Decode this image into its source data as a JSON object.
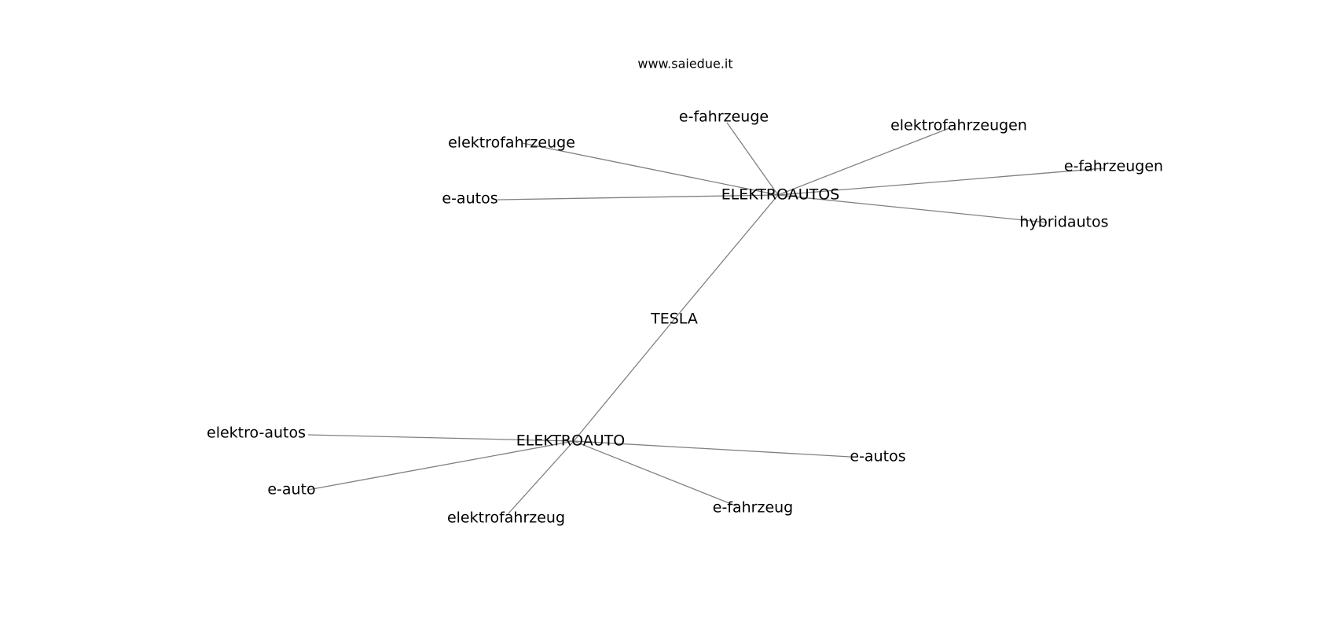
{
  "watermark": "www.saiedue.it",
  "colors": {
    "edge": "#808080",
    "text": "#000000",
    "background": "#ffffff"
  },
  "graph": {
    "nodes": [
      {
        "id": "tesla",
        "label": "TESLA"
      },
      {
        "id": "elektroautos",
        "label": "ELEKTROAUTOS"
      },
      {
        "id": "elektroauto",
        "label": "ELEKTROAUTO"
      },
      {
        "id": "e-fahrzeuge",
        "label": "e-fahrzeuge"
      },
      {
        "id": "elektrofahrzeugen",
        "label": "elektrofahrzeugen"
      },
      {
        "id": "elektrofahrzeuge",
        "label": "elektrofahrzeuge"
      },
      {
        "id": "e-fahrzeugen",
        "label": "e-fahrzeugen"
      },
      {
        "id": "e-autos-1",
        "label": "e-autos"
      },
      {
        "id": "hybridautos",
        "label": "hybridautos"
      },
      {
        "id": "elektro-autos",
        "label": "elektro-autos"
      },
      {
        "id": "e-autos-2",
        "label": "e-autos"
      },
      {
        "id": "e-auto",
        "label": "e-auto"
      },
      {
        "id": "e-fahrzeug",
        "label": "e-fahrzeug"
      },
      {
        "id": "elektrofahrzeug",
        "label": "elektrofahrzeug"
      }
    ],
    "edges": [
      [
        "tesla",
        "elektroautos"
      ],
      [
        "tesla",
        "elektroauto"
      ],
      [
        "elektroautos",
        "e-fahrzeuge"
      ],
      [
        "elektroautos",
        "elektrofahrzeugen"
      ],
      [
        "elektroautos",
        "elektrofahrzeuge"
      ],
      [
        "elektroautos",
        "e-fahrzeugen"
      ],
      [
        "elektroautos",
        "e-autos-1"
      ],
      [
        "elektroautos",
        "hybridautos"
      ],
      [
        "elektroauto",
        "elektro-autos"
      ],
      [
        "elektroauto",
        "e-autos-2"
      ],
      [
        "elektroauto",
        "e-auto"
      ],
      [
        "elektroauto",
        "e-fahrzeug"
      ],
      [
        "elektroauto",
        "elektrofahrzeug"
      ]
    ]
  }
}
